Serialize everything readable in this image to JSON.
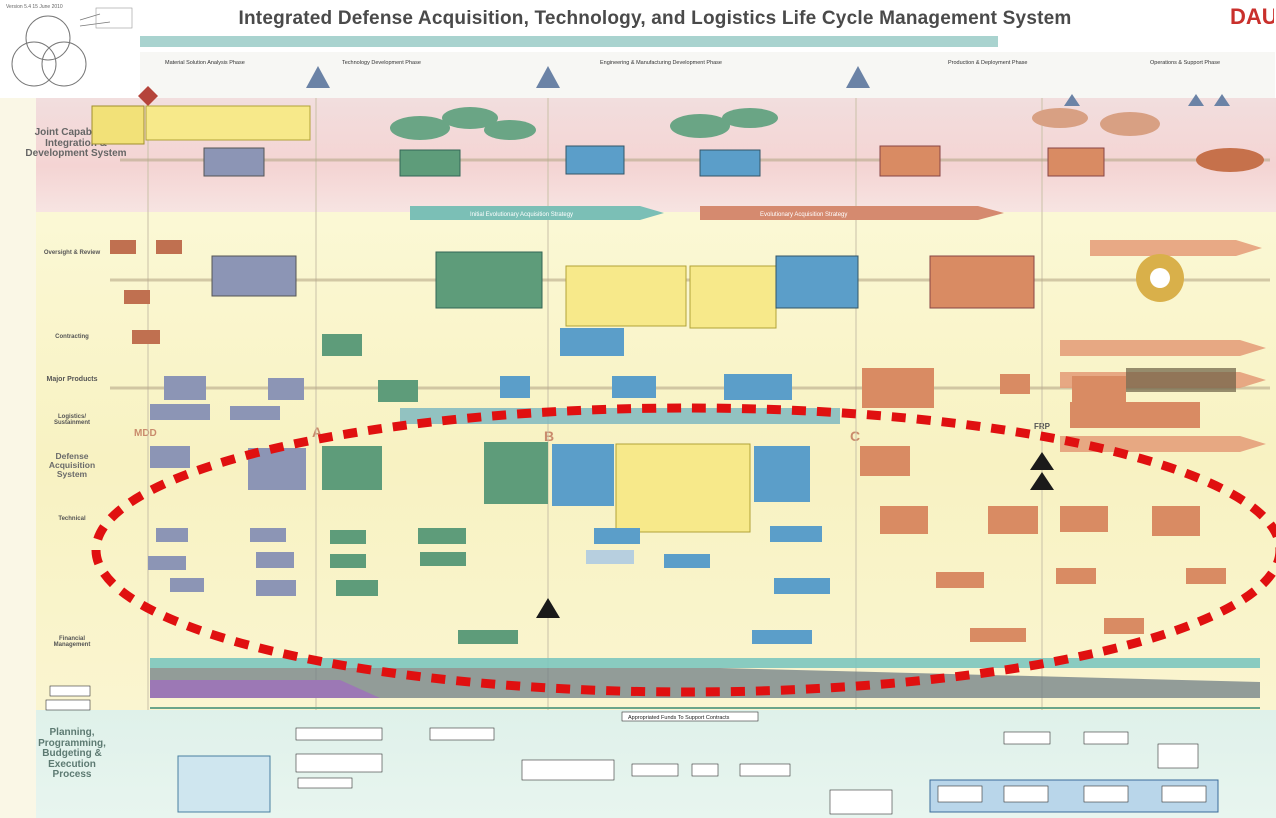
{
  "header": {
    "title": "Integrated Defense Acquisition, Technology, and Logistics Life Cycle Management System",
    "logo": "DAU",
    "version": "Version 5.4 15 June 2010"
  },
  "phases": [
    "Material Solution Analysis Phase",
    "Technology Development Phase",
    "Engineering & Manufacturing Development Phase",
    "Production & Deployment Phase",
    "Operations & Support Phase"
  ],
  "milestones": {
    "mdd": "MDD",
    "a": "A",
    "b": "B",
    "c": "C",
    "frp": "FRP"
  },
  "rows": {
    "jcids": "Joint Capabilities Integration & Development System",
    "oversight": "Oversight & Review",
    "contracting": "Contracting",
    "major_products": "Major Products",
    "logistics": "Logistics/ Sustainment",
    "das": "Defense Acquisition System",
    "technical": "Technical",
    "financial": "Financial Management",
    "ppbe": "Planning, Programming, Budgeting & Execution Process"
  },
  "strategy": {
    "initial": "Initial Evolutionary Acquisition Strategy",
    "evolutionary": "Evolutionary Acquisition Strategy"
  },
  "ppbe_bar": "Appropriated Funds To Support Contracts",
  "colors": {
    "highlight": "#e01010",
    "jcids_band": "#f4d4d3",
    "das_band": "#f8f2c2",
    "ppbe_band": "#dff1ea",
    "green_node": "#5e9c7a",
    "blue_node": "#5b9ec9",
    "orange_node": "#d98b63",
    "grey_node": "#8c95b5"
  },
  "icons": [
    "venn-diagram-icon",
    "milestone-triangle-icon",
    "decision-diamond-icon",
    "color-wheel-icon",
    "tank-icon"
  ]
}
